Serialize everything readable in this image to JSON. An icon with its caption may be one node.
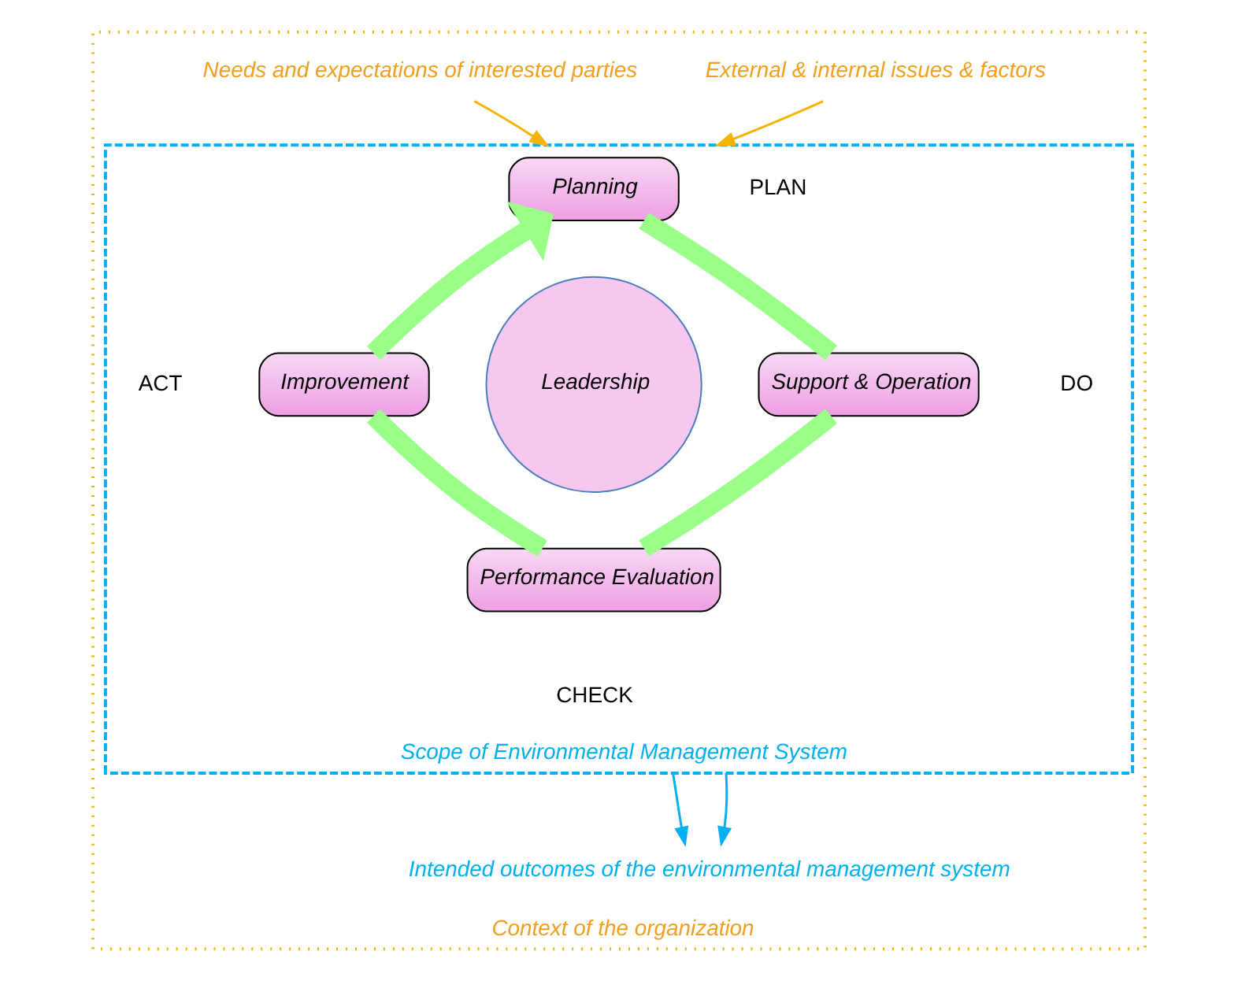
{
  "diagram": {
    "nodes": [
      {
        "text": [
          "Context of the organization"
        ]
      },
      {
        "text": [
          "External & internal issues & factors"
        ],
        "in": 0
      },
      {
        "text": [
          "Needs and expectations of interested parties"
        ],
        "in": 0
      },
      {
        "text": [
          "Scope of Environmental Management System"
        ],
        "in": 0
      },
      {
        "text": [
          "Planning"
        ],
        "in": 3
      },
      {
        "text": [
          "Leadership"
        ],
        "in": 3
      },
      {
        "text": [
          "Support & Operation"
        ],
        "in": 3
      },
      {
        "text": [
          "Improvement"
        ],
        "in": 3
      },
      {
        "text": [
          "Performance Evaluation"
        ],
        "in": 3
      },
      {
        "text": [
          "Intended outcomes of the environmental management system"
        ],
        "in": 0
      }
    ],
    "edges": [
      {
        "from": 1,
        "to": 3,
        "arrow": "to",
        "color": "#f5b400"
      },
      {
        "from": 2,
        "to": 3,
        "arrow": "to",
        "color": "#f5b400"
      },
      {
        "from": 4,
        "to": 6,
        "arrow": "none",
        "style": "thick",
        "color": "#99ff88"
      },
      {
        "from": 6,
        "to": 8,
        "arrow": "none",
        "style": "thick",
        "color": "#99ff88"
      },
      {
        "from": 8,
        "to": 7,
        "arrow": "none",
        "style": "thick",
        "color": "#99ff88"
      },
      {
        "from": 7,
        "to": 4,
        "arrow": "to",
        "style": "thick",
        "color": "#99ff88"
      },
      {
        "from": 3,
        "to": 9,
        "arrow": "to",
        "color": "#00b0f0"
      },
      {
        "from": 3,
        "to": 9,
        "arrow": "to",
        "color": "#00b0f0"
      }
    ],
    "labels": [
      "PLAN",
      "ACT",
      "DO",
      "CHECK"
    ]
  }
}
